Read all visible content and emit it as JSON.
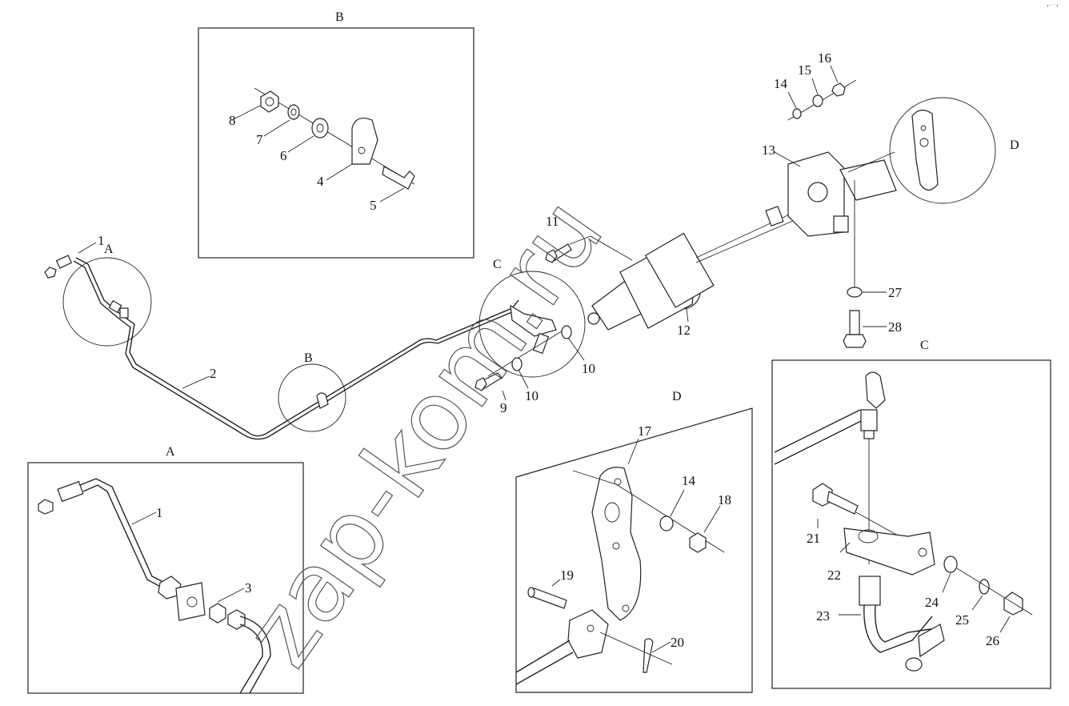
{
  "watermark": "zap-kom.ru",
  "corner_mark": "•˙˙ ˙•˙",
  "detail_views": {
    "A": "A",
    "B": "B",
    "C": "C",
    "D": "D"
  },
  "part_labels": {
    "p1": "1",
    "p2": "2",
    "p3": "3",
    "p4": "4",
    "p5": "5",
    "p6": "6",
    "p7": "7",
    "p8": "8",
    "p9": "9",
    "p10": "10",
    "p11": "11",
    "p12": "12",
    "p13": "13",
    "p14": "14",
    "p15": "15",
    "p16": "16",
    "p17": "17",
    "p18": "18",
    "p19": "19",
    "p20": "20",
    "p21": "21",
    "p22": "22",
    "p23": "23",
    "p24": "24",
    "p25": "25",
    "p26": "26",
    "p27": "27",
    "p28": "28"
  }
}
